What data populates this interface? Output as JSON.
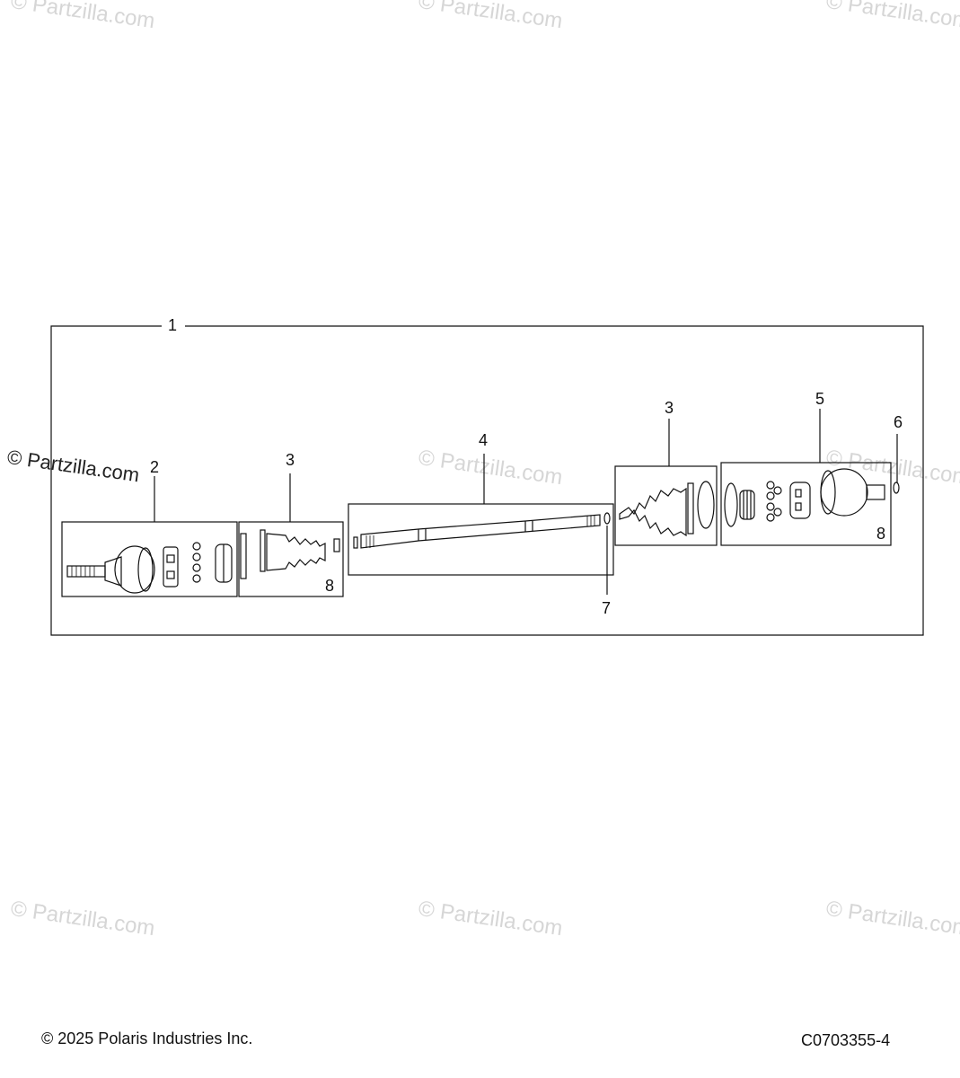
{
  "watermark": {
    "text": "© Partzilla.com"
  },
  "callouts": {
    "c1": "1",
    "c2": "2",
    "c3a": "3",
    "c3b": "3",
    "c4": "4",
    "c5": "5",
    "c6": "6",
    "c7": "7",
    "c8a": "8",
    "c8b": "8"
  },
  "footer": {
    "copyright": "© 2025 Polaris Industries Inc.",
    "diagram_code": "C0703355-4"
  },
  "colors": {
    "line": "#111111",
    "watermark": "#d6d6d6"
  }
}
